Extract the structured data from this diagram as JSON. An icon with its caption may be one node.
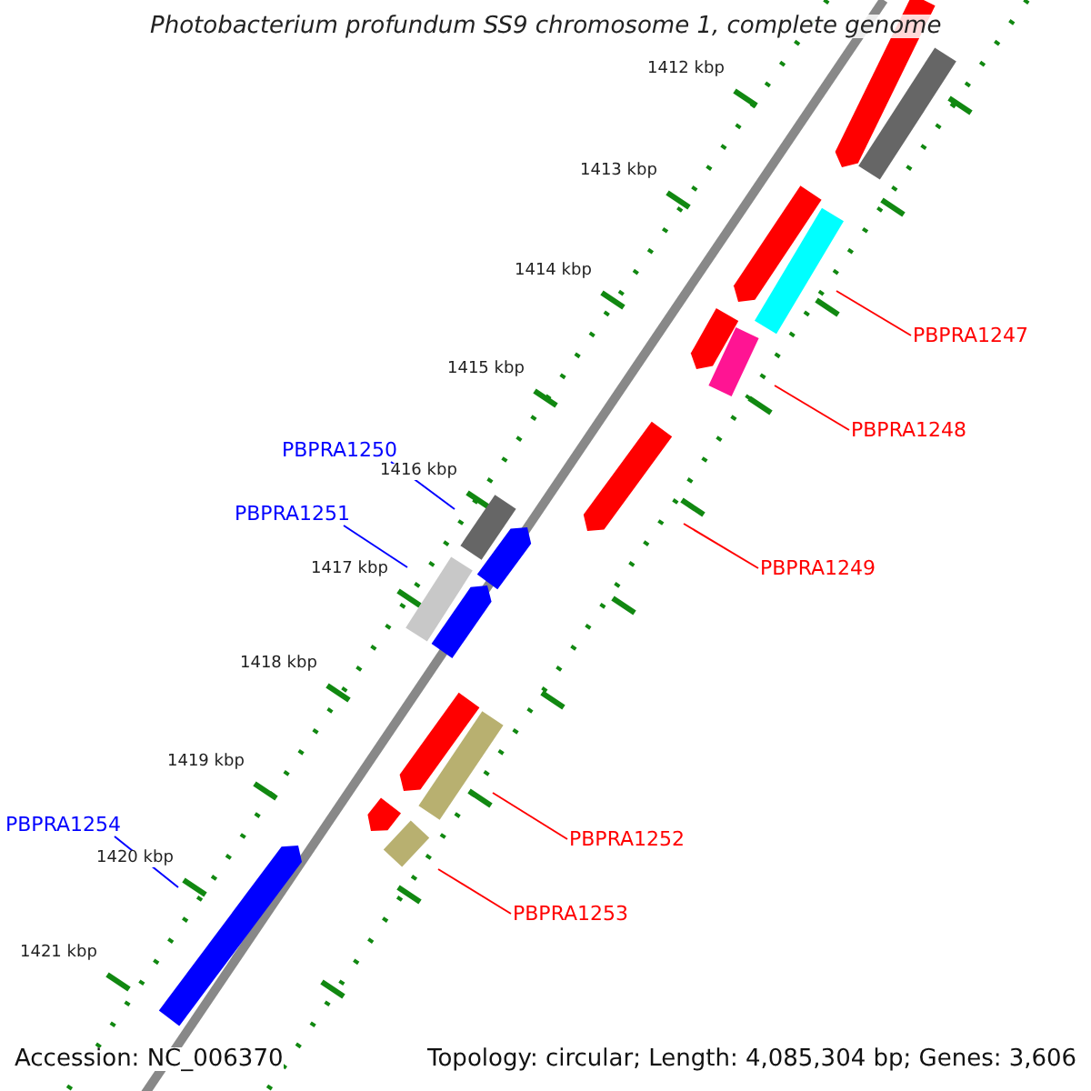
{
  "diagram": {
    "title": "Photobacterium profundum SS9 chromosome 1, complete genome",
    "nodes": [
      {
        "text": [
          "PBPRA1247"
        ]
      },
      {
        "text": [
          "PBPRA1248"
        ]
      },
      {
        "text": [
          "PBPRA1249"
        ]
      },
      {
        "text": [
          "PBPRA1250"
        ]
      },
      {
        "text": [
          "PBPRA1251"
        ]
      },
      {
        "text": [
          "PBPRA1252"
        ]
      },
      {
        "text": [
          "PBPRA1253"
        ]
      },
      {
        "text": [
          "PBPRA1254"
        ]
      },
      {
        "text": [],
        "shape": "bar"
      },
      {
        "text": [],
        "shape": "bar"
      },
      {
        "text": [],
        "shape": "bar"
      },
      {
        "text": [],
        "shape": "bar"
      },
      {
        "text": [],
        "shape": "bar"
      },
      {
        "text": [],
        "shape": "bar"
      },
      {
        "text": [],
        "shape": "bar"
      },
      {
        "text": [],
        "shape": "bar"
      },
      {
        "text": [],
        "shape": "bar"
      },
      {
        "text": [],
        "shape": "bar"
      },
      {
        "text": [],
        "shape": "bar"
      },
      {
        "text": [],
        "shape": "bar"
      },
      {
        "text": [],
        "shape": "bar"
      },
      {
        "text": [],
        "shape": "bar"
      },
      {
        "text": [],
        "shape": "bar"
      },
      {
        "text": [],
        "shape": "bar"
      }
    ],
    "edges": [
      {
        "from": 0,
        "to": 8,
        "arrow": "none"
      },
      {
        "from": 1,
        "to": 9,
        "arrow": "none"
      },
      {
        "from": 2,
        "to": 10,
        "arrow": "none"
      },
      {
        "from": 3,
        "to": 11,
        "arrow": "none",
        "color": "#0000ff"
      },
      {
        "from": 4,
        "to": 12,
        "arrow": "none",
        "color": "#0000ff"
      },
      {
        "from": 5,
        "to": 13,
        "arrow": "none"
      },
      {
        "from": 6,
        "to": 14,
        "arrow": "none"
      },
      {
        "from": 7,
        "to": 15,
        "arrow": "none",
        "color": "#0000ff"
      }
    ],
    "labels": [
      "1412 kbp",
      "1413 kbp",
      "1414 kbp",
      "1415 kbp",
      "1416 kbp",
      "1417 kbp",
      "1418 kbp",
      "1419 kbp",
      "1420 kbp",
      "1421 kbp",
      "Accession: NC_006370",
      "Topology: circular; Length: 4,085,304 bp; Genes: 3,606"
    ]
  }
}
